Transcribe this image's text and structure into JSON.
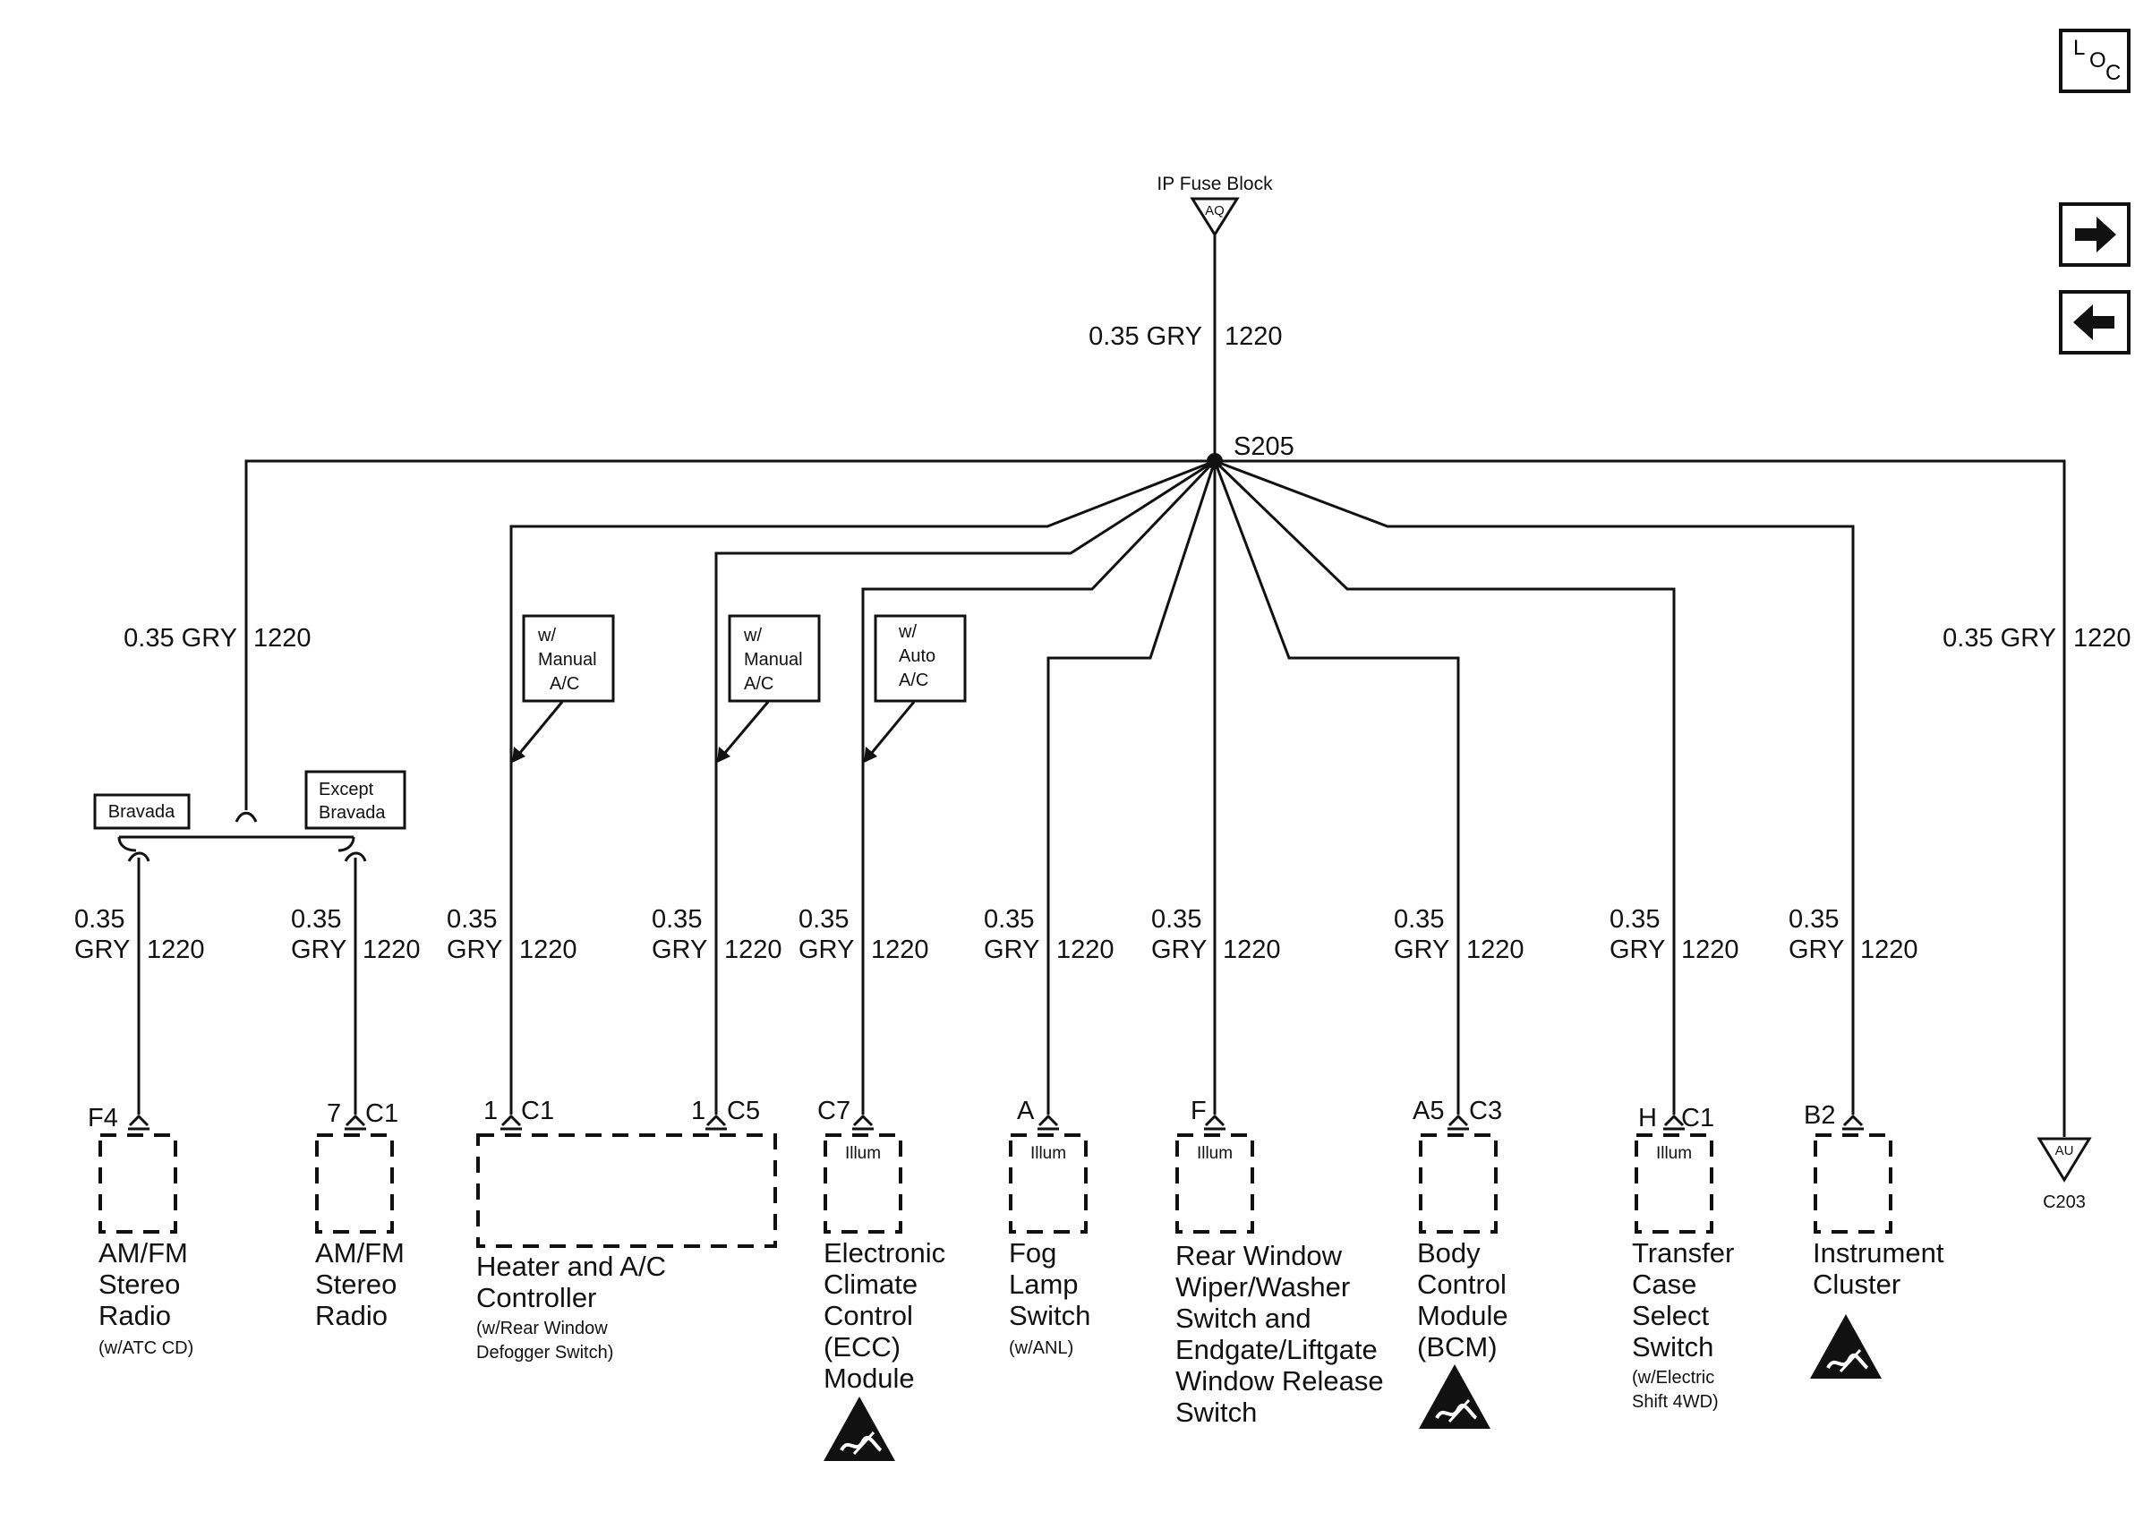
{
  "nav": {
    "loc_label_l": "L",
    "loc_label_o": "O",
    "loc_label_c": "C",
    "next_icon": "arrow-right-icon",
    "prev_icon": "arrow-left-icon"
  },
  "source": {
    "label": "IP Fuse Block",
    "terminal": "AQ",
    "wire": "0.35 GRY",
    "circuit": "1220"
  },
  "splice": {
    "label": "S205"
  },
  "bravada_selector": {
    "left_box": "Bravada",
    "right_box_line1": "Except",
    "right_box_line2": "Bravada"
  },
  "option_boxes": [
    {
      "line1": "w/",
      "line2": "Manual",
      "line3": "A/C"
    },
    {
      "line1": "w/",
      "line2": "Manual",
      "line3": "A/C"
    },
    {
      "line1": "w/",
      "line2": "Auto",
      "line3": "A/C"
    }
  ],
  "left_branch_wire": {
    "size": "0.35 GRY",
    "circuit": "1220"
  },
  "right_branch_wire": {
    "size": "0.35 GRY",
    "circuit": "1220"
  },
  "branch_wire": {
    "gauge": "0.35",
    "color": "GRY",
    "circuit": "1220"
  },
  "illum_label": "Illum",
  "components": [
    {
      "pin": "F4",
      "connector": "",
      "name": [
        "AM/FM",
        "Stereo",
        "Radio"
      ],
      "note": [
        "(w/ATC CD)"
      ]
    },
    {
      "pin": "7",
      "connector": "C1",
      "name": [
        "AM/FM",
        "Stereo",
        "Radio"
      ],
      "note": []
    },
    {
      "pin": "1",
      "connector": "C1",
      "pin2": "1",
      "connector2": "C5",
      "name": [
        "Heater and A/C",
        "Controller"
      ],
      "note": [
        "(w/Rear Window",
        "Defogger Switch)"
      ]
    },
    {
      "pin": "C7",
      "connector": "",
      "name": [
        "Electronic",
        "Climate",
        "Control",
        "(ECC)",
        "Module"
      ],
      "note": []
    },
    {
      "pin": "A",
      "connector": "",
      "name": [
        "Fog",
        "Lamp",
        "Switch"
      ],
      "note": [
        "(w/ANL)"
      ]
    },
    {
      "pin": "F",
      "connector": "",
      "name": [
        "Rear Window",
        "Wiper/Washer",
        "Switch and",
        "Endgate/Liftgate",
        "Window Release",
        "Switch"
      ],
      "note": []
    },
    {
      "pin": "A5",
      "connector": "C3",
      "name": [
        "Body",
        "Control",
        "Module",
        "(BCM)"
      ],
      "note": []
    },
    {
      "pin": "H",
      "connector": "C1",
      "name": [
        "Transfer",
        "Case",
        "Select",
        "Switch"
      ],
      "note": [
        "(w/Electric",
        "Shift 4WD)"
      ]
    },
    {
      "pin": "B2",
      "connector": "",
      "name": [
        "Instrument",
        "Cluster"
      ],
      "note": []
    }
  ],
  "continuation": {
    "terminal": "AU",
    "label": "C203"
  },
  "icons": {
    "esd": "esd-warning-icon"
  }
}
